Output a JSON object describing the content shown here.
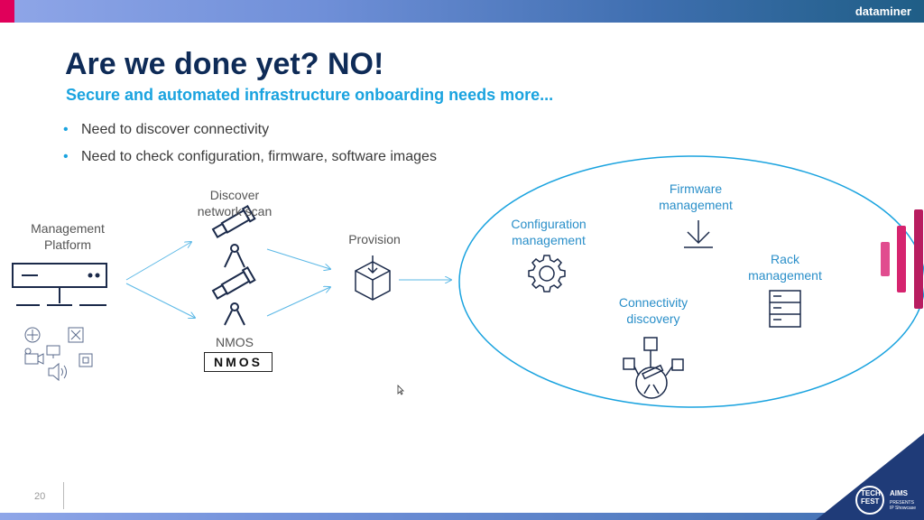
{
  "header": {
    "brand": "dataminer"
  },
  "slide": {
    "title": "Are we done yet? NO!",
    "subtitle": "Secure and automated infrastructure onboarding needs more...",
    "bullets": [
      "Need to discover connectivity",
      "Need to check configuration, firmware, software images"
    ],
    "page_number": "20"
  },
  "diagram": {
    "management_platform": "Management\nPlatform",
    "discover": "Discover\nnetwork scan",
    "nmos": "NMOS",
    "nmos_logo": "NMOS",
    "provision": "Provision",
    "configuration": "Configuration\nmanagement",
    "firmware": "Firmware\nmanagement",
    "rack": "Rack\nmanagement",
    "connectivity": "Connectivity\ndiscovery"
  },
  "footer_badge": {
    "line1": "TECH",
    "line2": "FEST",
    "partner": "AIMS",
    "note": "PRESENTS\nIP Showcase"
  },
  "colors": {
    "accent": "#1aa3df",
    "title": "#0e2b57",
    "brand_pink": "#e0005a"
  }
}
